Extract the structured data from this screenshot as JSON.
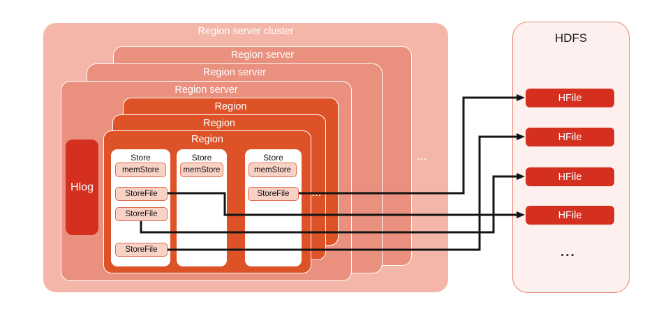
{
  "colors": {
    "cluster_bg": "#f3b6a9",
    "server_bg": "#e9907e",
    "region_bg": "#dd5226",
    "red_box": "#d5301f",
    "chip_bg": "#f9d2c6",
    "chip_border": "#e06b50",
    "hdfs_bg": "#fdf0ee",
    "hdfs_border": "#e9846e",
    "arrow": "#141414"
  },
  "cluster": {
    "title": "Region server cluster",
    "ellipsis": "..."
  },
  "region_servers": [
    {
      "label": "Region server"
    },
    {
      "label": "Region server"
    },
    {
      "label": "Region server"
    }
  ],
  "regions": [
    {
      "label": "Region"
    },
    {
      "label": "Region"
    },
    {
      "label": "Region"
    }
  ],
  "hlog": {
    "label": "Hlog"
  },
  "stores": [
    {
      "title": "Store",
      "memstore": "memStore",
      "storefiles": [
        "StoreFile",
        "StoreFile",
        "StoreFile"
      ]
    },
    {
      "title": "Store",
      "memstore": "memStore",
      "storefiles": []
    },
    {
      "title": "Store",
      "memstore": "memStore",
      "storefiles": [
        "StoreFile"
      ],
      "ellipsis": "..."
    }
  ],
  "hdfs": {
    "title": "HDFS",
    "hfiles": [
      "HFile",
      "HFile",
      "HFile",
      "HFile"
    ],
    "ellipsis": "..."
  }
}
